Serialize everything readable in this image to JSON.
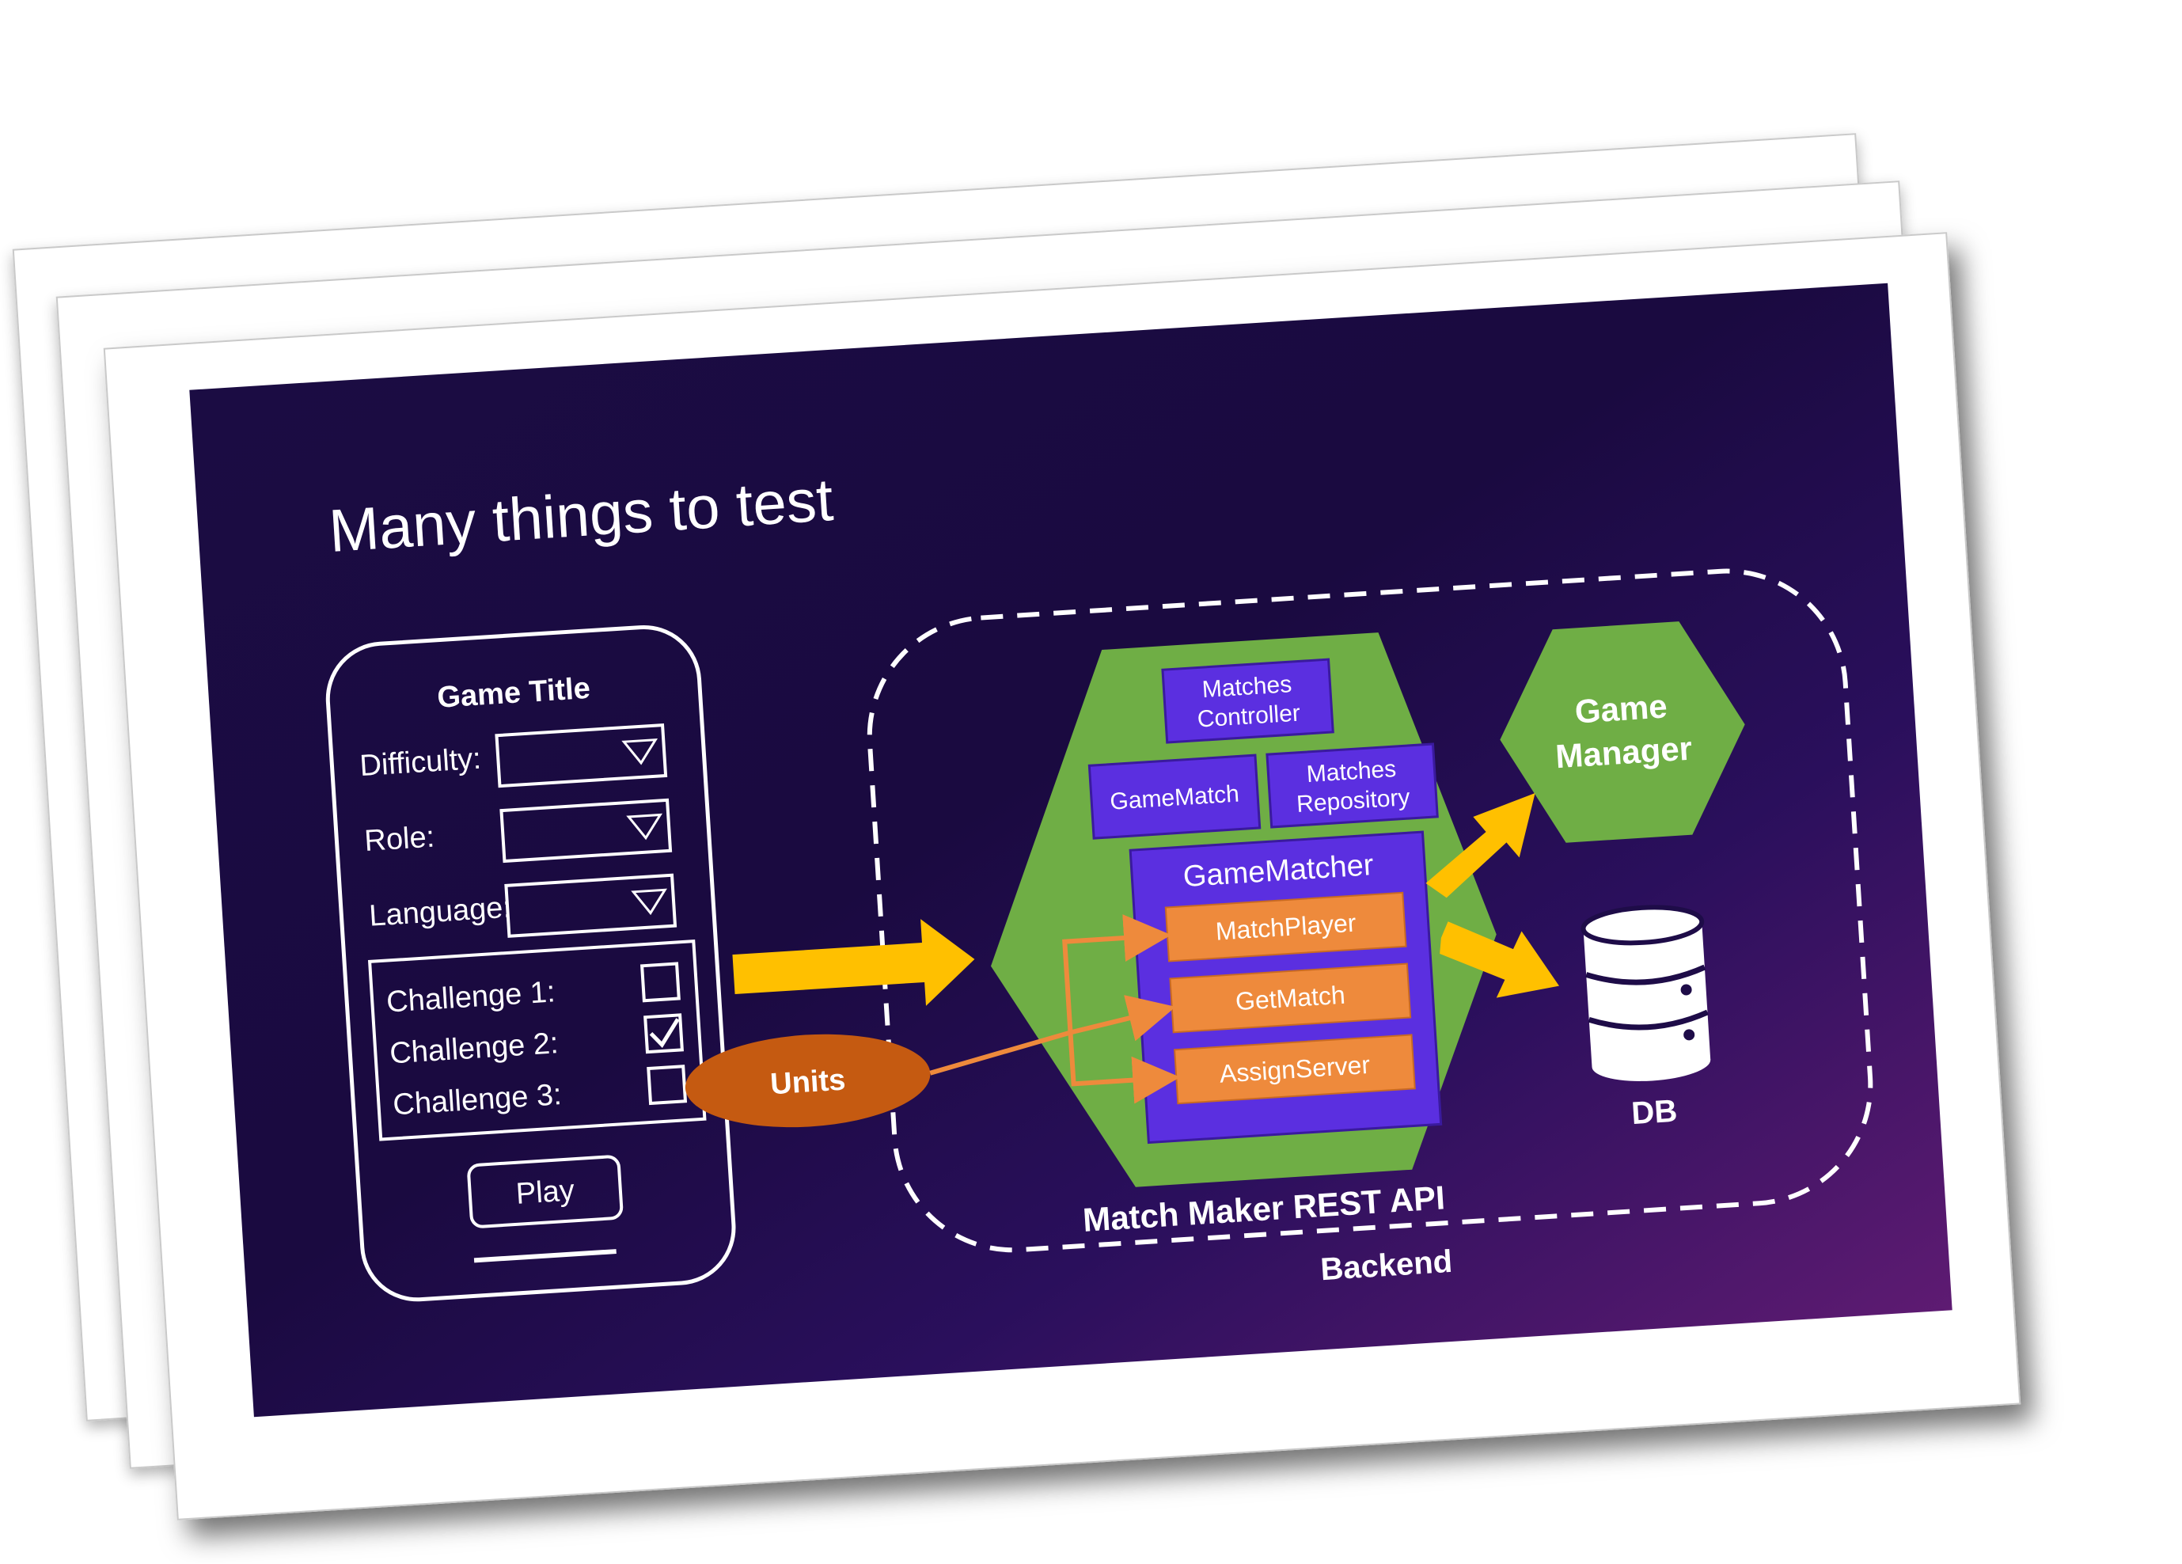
{
  "slide": {
    "title": "Many things to test",
    "mockup": {
      "game_title": "Game Title",
      "fields": [
        {
          "label": "Difficulty:"
        },
        {
          "label": "Role:"
        },
        {
          "label": "Language:"
        }
      ],
      "challenges": [
        {
          "label": "Challenge 1:",
          "checked": false
        },
        {
          "label": "Challenge 2:",
          "checked": true
        },
        {
          "label": "Challenge 3:",
          "checked": false
        }
      ],
      "play_label": "Play"
    },
    "units_label": "Units",
    "api": {
      "label": "Match Maker REST API",
      "components": {
        "matches_controller": [
          "Matches",
          "Controller"
        ],
        "game_match": "GameMatch",
        "matches_repository": [
          "Matches",
          "Repository"
        ]
      },
      "game_matcher": {
        "title": "GameMatcher",
        "methods": [
          "MatchPlayer",
          "GetMatch",
          "AssignServer"
        ]
      }
    },
    "game_manager": [
      "Game",
      "Manager"
    ],
    "db_label": "DB",
    "backend_label": "Backend",
    "colors": {
      "hexagon_green": "#6fae45",
      "component_purple": "#5b2fe0",
      "method_orange": "#ee8a3c",
      "arrow_yellow": "#ffc000",
      "units_orange": "#c55a11"
    }
  }
}
